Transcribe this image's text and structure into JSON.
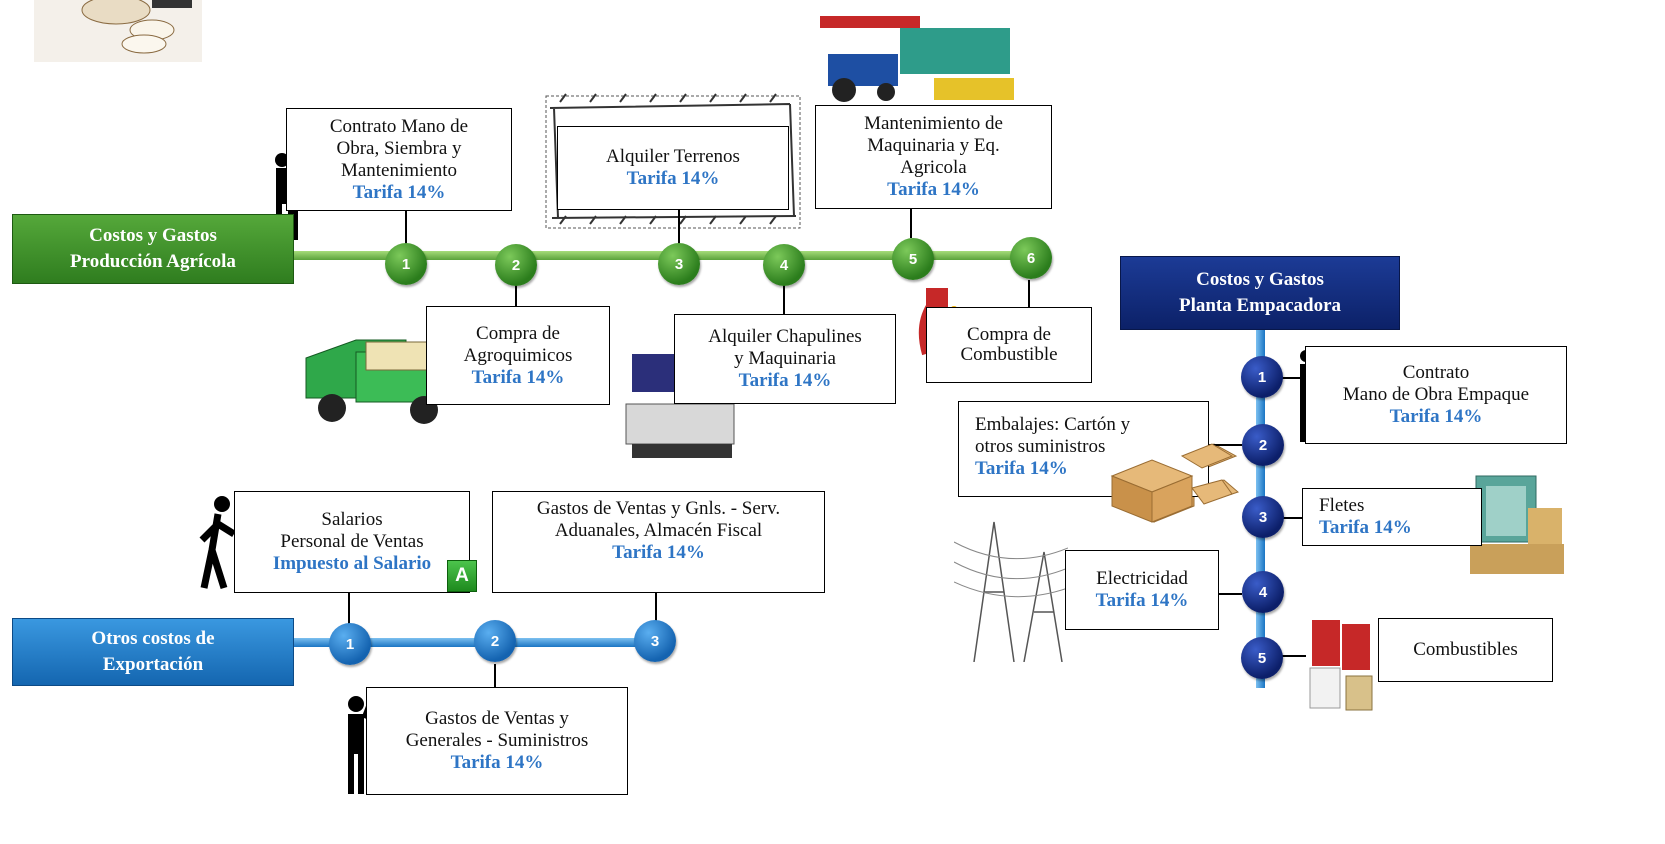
{
  "agricola": {
    "header": [
      "Costos y Gastos",
      "Producción Agrícola"
    ],
    "steps": [
      "1",
      "2",
      "3",
      "4",
      "5",
      "6"
    ],
    "items": [
      {
        "lines": [
          "Contrato Mano de",
          "Obra, Siembra y",
          "Mantenimiento"
        ],
        "rate": "Tarifa 14%"
      },
      {
        "lines": [
          "Compra de",
          "Agroquimicos"
        ],
        "rate": "Tarifa 14%"
      },
      {
        "lines": [
          "Alquiler Terrenos"
        ],
        "rate": "Tarifa 14%"
      },
      {
        "lines": [
          "Alquiler Chapulines",
          "y Maquinaria"
        ],
        "rate": "Tarifa 14%"
      },
      {
        "lines": [
          "Mantenimiento de",
          "Maquinaria y Eq.",
          "Agricola"
        ],
        "rate": "Tarifa 14%"
      },
      {
        "lines": [
          "Compra de",
          "Combustible"
        ]
      }
    ]
  },
  "exportacion": {
    "header": [
      "Otros costos de",
      "Exportación"
    ],
    "steps": [
      "1",
      "2",
      "3"
    ],
    "badge": "A",
    "items": [
      {
        "lines": [
          "Salarios",
          "Personal de Ventas"
        ],
        "rate": "Impuesto al Salario"
      },
      {
        "lines": [
          "Gastos de Ventas y",
          "Generales - Suministros"
        ],
        "rate": "Tarifa 14%"
      },
      {
        "lines": [
          "Gastos de Ventas y Gnls. - Serv.",
          "Aduanales, Almacén Fiscal"
        ],
        "rate": "Tarifa 14%"
      }
    ]
  },
  "empacadora": {
    "header": [
      "Costos y Gastos",
      "Planta Empacadora"
    ],
    "steps": [
      "1",
      "2",
      "3",
      "4",
      "5"
    ],
    "items": [
      {
        "lines": [
          "Contrato",
          "Mano de Obra Empaque"
        ],
        "rate": "Tarifa 14%"
      },
      {
        "lines": [
          "Embalajes: Cartón y",
          "otros suministros"
        ],
        "rate": "Tarifa 14%"
      },
      {
        "lines": [
          "Fletes"
        ],
        "rate": "Tarifa 14%"
      },
      {
        "lines": [
          "Electricidad"
        ],
        "rate": "Tarifa 14%"
      },
      {
        "lines": [
          "Combustibles"
        ]
      }
    ]
  },
  "colors": {
    "green": "#3a8f28",
    "blue": "#1a75c4",
    "navy": "#0c2168",
    "rate_text": "#2e75c5"
  }
}
